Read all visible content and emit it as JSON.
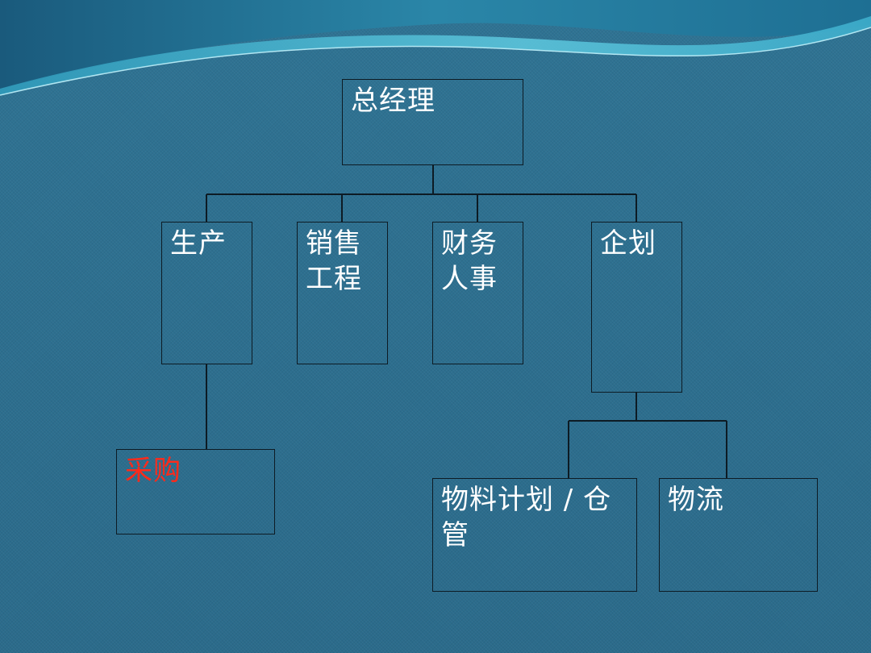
{
  "colors": {
    "background": "#2d6e8e",
    "wave_light": "#5ec9df",
    "wave_dark": "#1e5f82",
    "line": "#0d1b24",
    "text": "#ffffff",
    "highlight_text": "#ff2a1a"
  },
  "org_chart": {
    "root": {
      "label": "总经理"
    },
    "departments": [
      {
        "label": "生产"
      },
      {
        "label": "销售工程"
      },
      {
        "label": "财务人事"
      },
      {
        "label": "企划"
      }
    ],
    "sub_units": [
      {
        "label": "采购",
        "parent": "生产",
        "highlight": true
      },
      {
        "label": "物料计划 / 仓管",
        "parent": "企划"
      },
      {
        "label": "物流",
        "parent": "企划"
      }
    ]
  }
}
